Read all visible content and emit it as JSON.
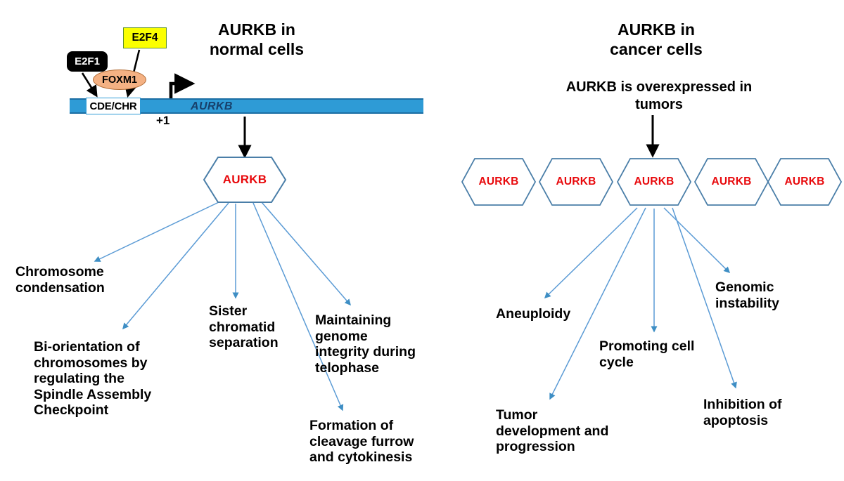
{
  "figure": {
    "type": "diagram",
    "background": "#ffffff",
    "accent_blue": "#2e9bd6",
    "arrow_blue": "#5b9bd5",
    "hexagon_stroke": "#4a7ea8",
    "hexagon_text_color": "#e8090c",
    "gene_label_color": "#17406b"
  },
  "left_panel": {
    "title": "AURKB in\nnormal cells",
    "promoter": {
      "gene_label": "AURKB",
      "promoter_element": "CDE/CHR",
      "tss_label": "+1",
      "activators": [
        {
          "name": "E2F1",
          "shape": "rounded-rect",
          "fill": "#000000",
          "text_color": "#ffffff"
        },
        {
          "name": "E2F4",
          "shape": "rect",
          "fill": "#fbff00",
          "border": "#5a8f2b",
          "text_color": "#000000"
        },
        {
          "name": "FOXM1",
          "shape": "ellipse",
          "fill": "#f4b183",
          "text_color": "#000000"
        }
      ]
    },
    "protein": {
      "name": "AURKB"
    },
    "functions": [
      "Chromosome\ncondensation",
      "Bi-orientation of\nchromosomes by\nregulating the\nSpindle Assembly\nCheckpoint",
      "Sister\nchromatid\nseparation",
      "Maintaining\ngenome\nintegrity during\ntelophase",
      "Formation of\ncleavage furrow\nand cytokinesis"
    ]
  },
  "right_panel": {
    "title": "AURKB in\ncancer cells",
    "statement": "AURKB is overexpressed in\ntumors",
    "hexagons": [
      "AURKB",
      "AURKB",
      "AURKB",
      "AURKB",
      "AURKB"
    ],
    "consequences": [
      "Aneuploidy",
      "Tumor\ndevelopment and\nprogression",
      "Promoting cell\ncycle",
      "Genomic\ninstability",
      "Inhibition of\napoptosis"
    ]
  }
}
